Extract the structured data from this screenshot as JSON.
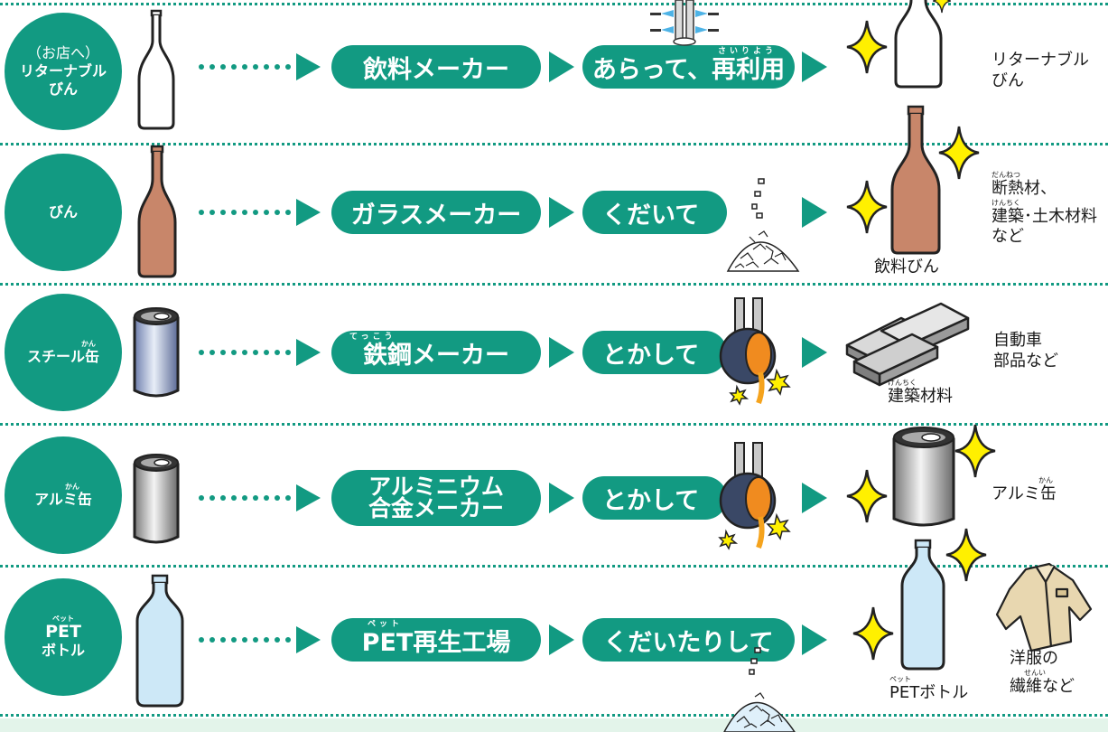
{
  "rows": [
    {
      "type_pre": "（お店へ）",
      "type": [
        "リターナブル",
        "びん"
      ],
      "maker": "飲料メーカー",
      "process": "あらって、再利用",
      "process_ruby": "さいりよう",
      "result": [
        "リターナブル",
        "びん"
      ]
    },
    {
      "type": [
        "びん"
      ],
      "maker": "ガラスメーカー",
      "process": "くだいて",
      "product_label": "飲料びん",
      "result_ruby_1": "だんねつ",
      "result_ruby_2": "けんちく",
      "result": [
        "断熱材、",
        "建築･土木材料",
        "など"
      ]
    },
    {
      "type": [
        "スチール缶"
      ],
      "type_ruby": "かん",
      "maker": "鉄鋼メーカー",
      "maker_ruby": "てっこう",
      "process": "とかして",
      "product_label": "建築材料",
      "product_ruby": "けんちく",
      "result": [
        "自動車",
        "部品など"
      ]
    },
    {
      "type": [
        "アルミ缶"
      ],
      "type_ruby": "かん",
      "maker": [
        "アルミニウム",
        "合金メーカー"
      ],
      "process": "とかして",
      "result_ruby": "かん",
      "result": [
        "アルミ缶"
      ]
    },
    {
      "type_ruby": "ペット",
      "type": [
        "PET",
        "ボトル"
      ],
      "maker": "PET再生工場",
      "maker_ruby": "ペット",
      "process": "くだいたりして",
      "product_ruby": "ペット",
      "product_label": "PETボトル",
      "result_ruby": "せんい",
      "result": [
        "洋服の",
        "繊維など"
      ]
    }
  ],
  "colors": {
    "accent_green": "#129a82",
    "sparkle_yellow": "#fff000",
    "glass_brown": "#c8866a",
    "pet_blue": "#cde8f7",
    "footer_band": "#e3f4ea"
  },
  "icons": [
    "bottle-icon",
    "can-icon",
    "sparkle-icon",
    "crushed-glass-icon",
    "ladle-icon",
    "steel-beam-icon",
    "shirt-icon",
    "wash-nozzle-icon"
  ]
}
